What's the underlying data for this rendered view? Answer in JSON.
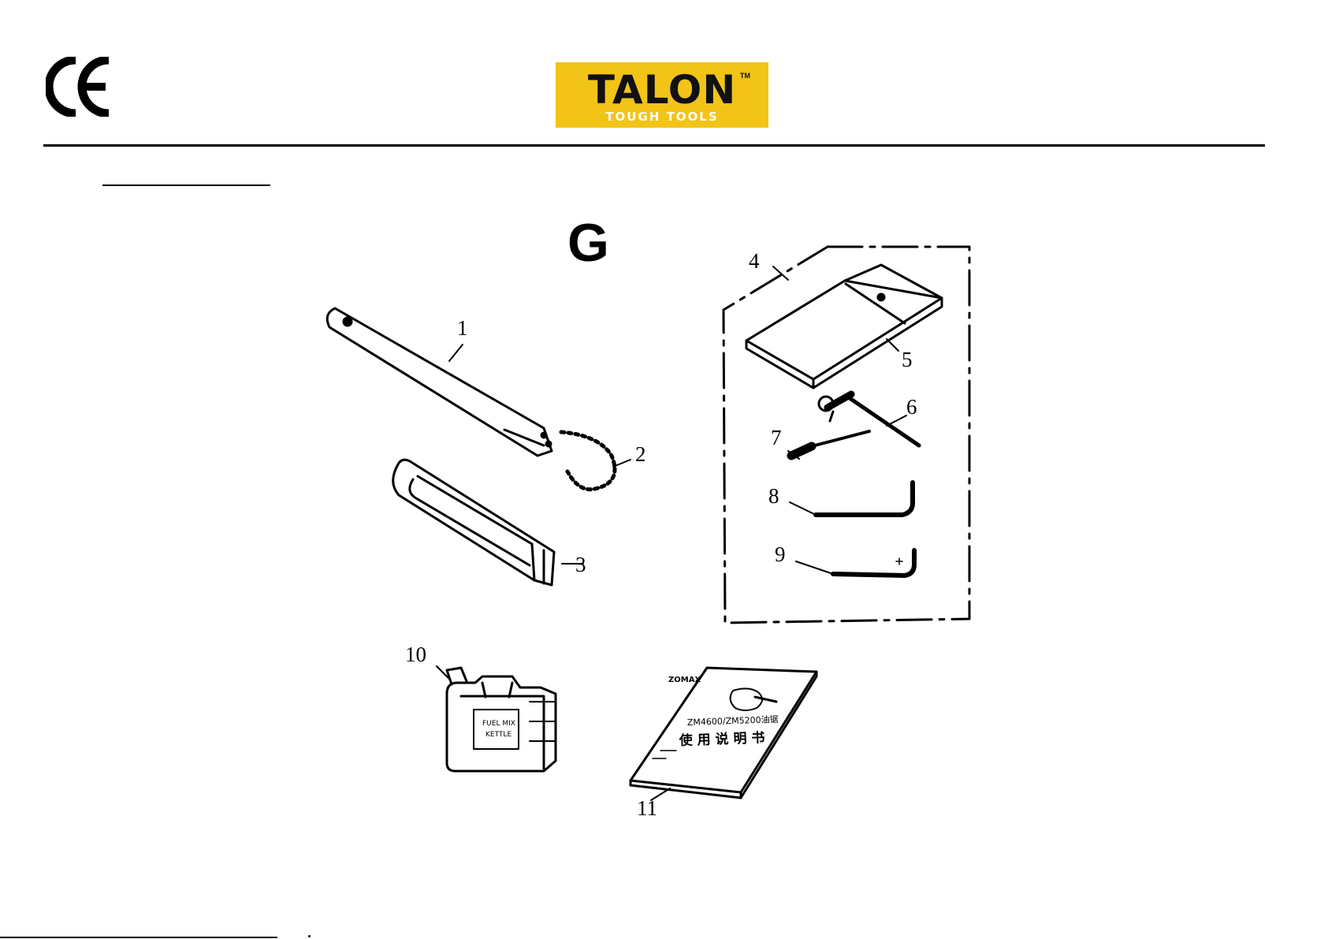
{
  "header": {
    "ce_mark": "CE",
    "logo": {
      "brand": "TALON",
      "tagline": "TOUGH TOOLS",
      "trademark": "TM"
    }
  },
  "figure": {
    "letter": "G",
    "manual": {
      "model_line": "ZM4600/ZM5200油锯",
      "title": "使 用 说 明 书",
      "brand": "ZOMAX"
    },
    "kettle_label": [
      "FUEL MIX",
      "KETTLE"
    ],
    "callouts": [
      "1",
      "2",
      "3",
      "4",
      "5",
      "6",
      "7",
      "8",
      "9",
      "10",
      "11"
    ]
  },
  "colors": {
    "logo_bg": "#f2c418",
    "logo_text": "#111111",
    "logo_tagline": "#ffffff",
    "line_art": "#000000"
  }
}
